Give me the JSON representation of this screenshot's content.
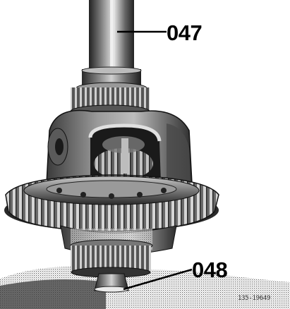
{
  "callouts": {
    "part_047": "047",
    "part_048": "048"
  },
  "reference_code": "135-19649",
  "colors": {
    "ink": "#000000",
    "metal_light": "#d8d8d8",
    "metal_mid": "#9a9a9a",
    "metal_dark": "#3a3a3a"
  }
}
